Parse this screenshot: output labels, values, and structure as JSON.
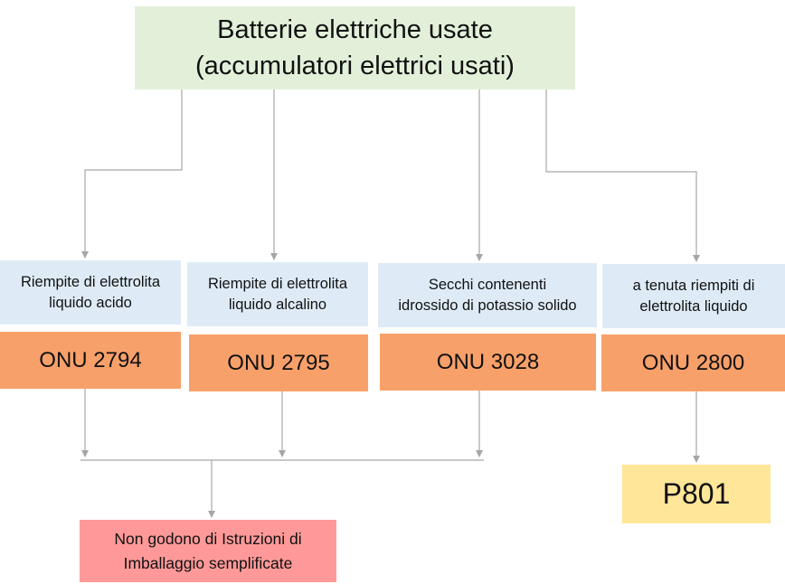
{
  "top": {
    "line1": "Batterie elettriche usate",
    "line2": "(accumulatori elettrici usati)"
  },
  "categories": [
    {
      "label": "Riempite di elettrolita\nliquido acido"
    },
    {
      "label": "Riempite di elettrolita\nliquido alcalino"
    },
    {
      "label": "Secchi contenenti\nidrossido di potassio solido"
    },
    {
      "label": "a tenuta riempiti di\nelettrolita liquido"
    }
  ],
  "onu": [
    {
      "label": "ONU 2794"
    },
    {
      "label": "ONU 2795"
    },
    {
      "label": "ONU 3028"
    },
    {
      "label": "ONU 2800"
    }
  ],
  "p801": {
    "label": "P801"
  },
  "no_instructions": {
    "label": "Non godono di Istruzioni di\nImballaggio semplificate"
  },
  "colors": {
    "top": "#e2f0d9",
    "category": "#deebf7",
    "onu": "#f8a06a",
    "p801": "#ffe699",
    "no_instructions": "#ff9999",
    "connector": "#a6a6a6"
  }
}
